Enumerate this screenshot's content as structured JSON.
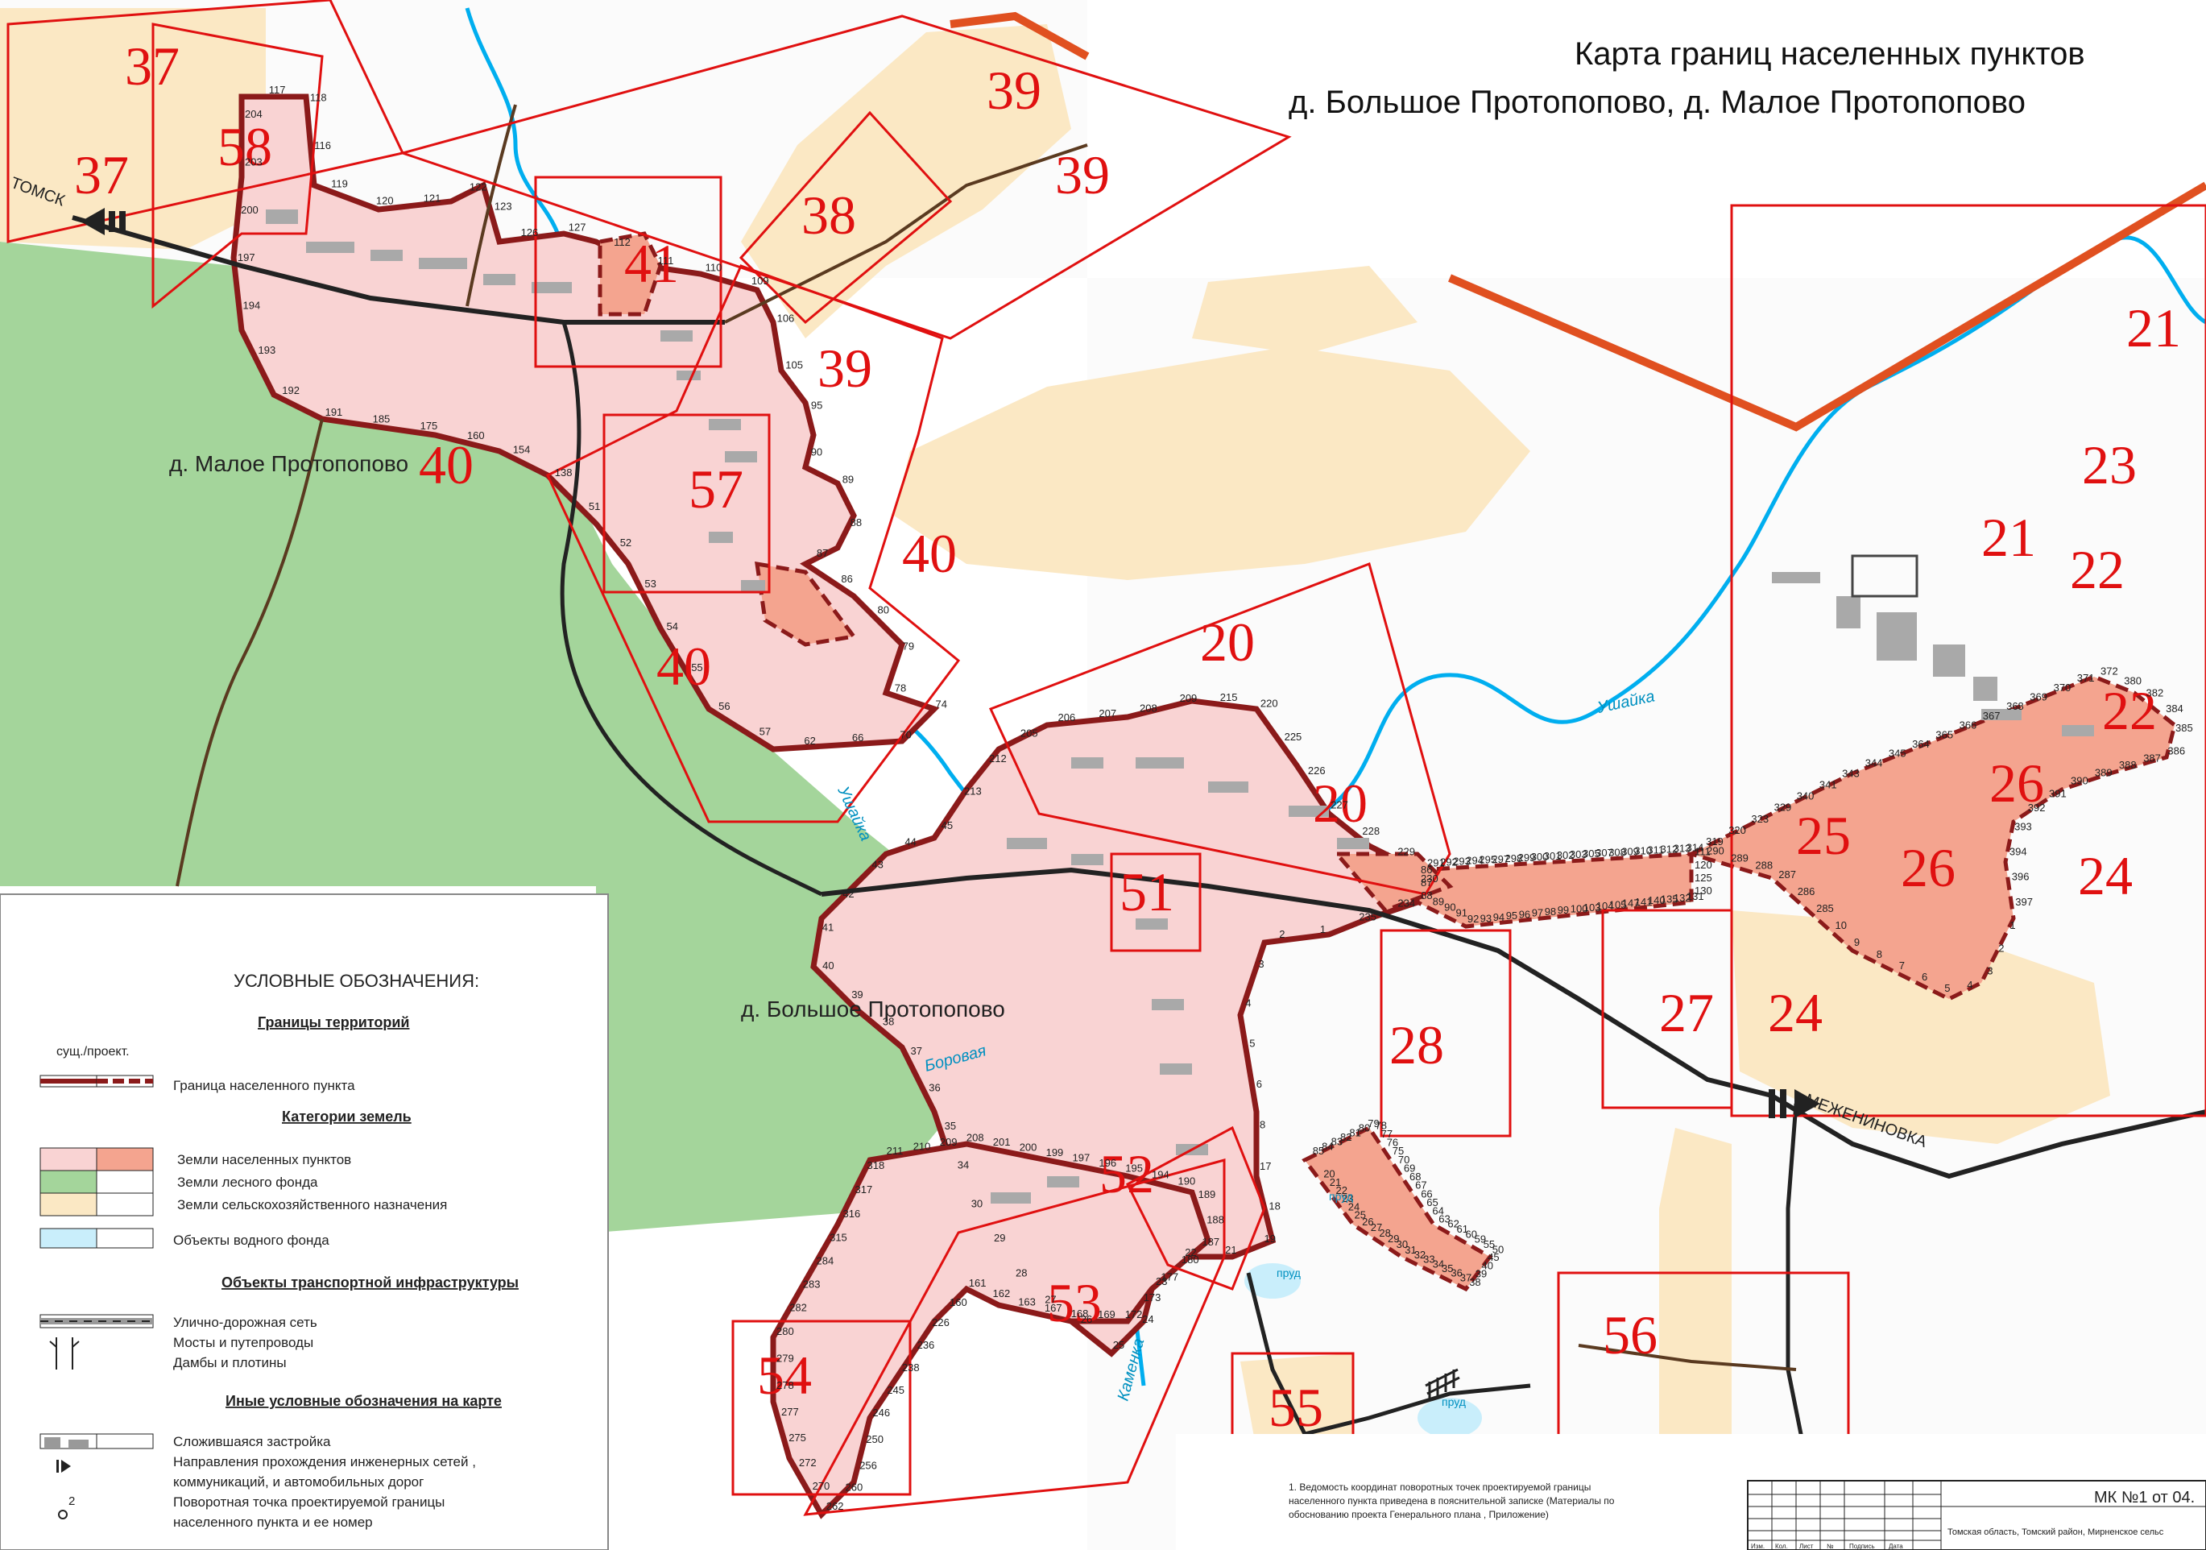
{
  "title": {
    "line1": "Карта границ населенных пунктов",
    "line2": "д. Большое Протопопово, д. Малое Протопопово"
  },
  "places": {
    "malo": "д. Малое Протопопово",
    "bolsh": "д. Большое Протопопово",
    "tomsk": "ТОМСК",
    "mezh": "МЕЖЕНИНОВКА"
  },
  "rivers": [
    "Ушайка",
    "Боровая",
    "Каменка",
    "Ушайка"
  ],
  "ponds": [
    "пруд",
    "пруд",
    "пруд"
  ],
  "zones": [
    {
      "num": "37"
    },
    {
      "num": "37"
    },
    {
      "num": "58"
    },
    {
      "num": "39"
    },
    {
      "num": "39"
    },
    {
      "num": "38"
    },
    {
      "num": "41"
    },
    {
      "num": "39"
    },
    {
      "num": "40"
    },
    {
      "num": "57"
    },
    {
      "num": "40"
    },
    {
      "num": "40"
    },
    {
      "num": "20"
    },
    {
      "num": "20"
    },
    {
      "num": "51"
    },
    {
      "num": "21"
    },
    {
      "num": "23"
    },
    {
      "num": "21"
    },
    {
      "num": "22"
    },
    {
      "num": "22"
    },
    {
      "num": "26"
    },
    {
      "num": "25"
    },
    {
      "num": "26"
    },
    {
      "num": "24"
    },
    {
      "num": "27"
    },
    {
      "num": "24"
    },
    {
      "num": "28"
    },
    {
      "num": "52"
    },
    {
      "num": "53"
    },
    {
      "num": "54"
    },
    {
      "num": "55"
    },
    {
      "num": "56"
    }
  ],
  "point_labels": [
    "117",
    "118",
    "116",
    "119",
    "120",
    "121",
    "122",
    "123",
    "126",
    "127",
    "112",
    "111",
    "110",
    "109",
    "106",
    "105",
    "95",
    "90",
    "89",
    "88",
    "87",
    "86",
    "80",
    "79",
    "78",
    "74",
    "70",
    "66",
    "62",
    "57",
    "56",
    "55",
    "54",
    "53",
    "52",
    "51",
    "138",
    "154",
    "160",
    "175",
    "185",
    "191",
    "192",
    "193",
    "194",
    "197",
    "200",
    "203",
    "204",
    "205",
    "206",
    "207",
    "208",
    "209",
    "215",
    "220",
    "225",
    "226",
    "227",
    "228",
    "229",
    "230",
    "234",
    "235",
    "1",
    "2",
    "3",
    "4",
    "5",
    "6",
    "8",
    "17",
    "18",
    "19",
    "21",
    "22",
    "23",
    "24",
    "25",
    "26",
    "27",
    "28",
    "29",
    "30",
    "34",
    "35",
    "36",
    "37",
    "38",
    "39",
    "40",
    "41",
    "42",
    "43",
    "44",
    "45",
    "213",
    "212",
    "211",
    "210",
    "209",
    "208",
    "201",
    "200",
    "199",
    "197",
    "196",
    "195",
    "194",
    "190",
    "189",
    "188",
    "187",
    "180",
    "177",
    "173",
    "172",
    "169",
    "168",
    "167",
    "163",
    "162",
    "161",
    "160",
    "226",
    "236",
    "238",
    "245",
    "246",
    "250",
    "256",
    "260",
    "262",
    "270",
    "272",
    "275",
    "277",
    "278",
    "279",
    "280",
    "282",
    "283",
    "284",
    "315",
    "316",
    "317",
    "318",
    "319",
    "320",
    "323",
    "329",
    "340",
    "341",
    "343",
    "344",
    "345",
    "364",
    "365",
    "366",
    "367",
    "368",
    "369",
    "370",
    "371",
    "372",
    "380",
    "382",
    "384",
    "385",
    "386",
    "387",
    "388",
    "389",
    "390",
    "391",
    "392",
    "393",
    "394",
    "396",
    "397",
    "1",
    "2",
    "3",
    "4",
    "5",
    "6",
    "7",
    "8",
    "9",
    "10",
    "285",
    "286",
    "287",
    "288",
    "289",
    "290",
    "291",
    "292",
    "293",
    "294",
    "295",
    "297",
    "298",
    "299",
    "300",
    "301",
    "302",
    "303",
    "305",
    "307",
    "308",
    "309",
    "310",
    "311",
    "312",
    "313",
    "314",
    "111",
    "120",
    "125",
    "130",
    "131",
    "132",
    "135",
    "140",
    "141",
    "147",
    "105",
    "104",
    "103",
    "100",
    "99",
    "98",
    "97",
    "96",
    "95",
    "94",
    "93",
    "92",
    "91",
    "90",
    "89",
    "88",
    "87",
    "86",
    "85",
    "84",
    "83",
    "82",
    "81",
    "80",
    "79",
    "78",
    "77",
    "76",
    "75",
    "70",
    "69",
    "68",
    "67",
    "66",
    "65",
    "64",
    "63",
    "62",
    "61",
    "60",
    "59",
    "55",
    "50",
    "45",
    "40",
    "39",
    "38",
    "37",
    "36",
    "35",
    "34",
    "33",
    "32",
    "31",
    "30",
    "29",
    "28",
    "27",
    "26",
    "25",
    "24",
    "23",
    "22",
    "21",
    "20"
  ],
  "legend": {
    "title": "УСЛОВНЫЕ ОБОЗНАЧЕНИЯ:",
    "sec1": "Границы территорий",
    "col_label": "сущ./проект.",
    "item_boundary": "Граница населенного пункта",
    "sec2": "Категории земель",
    "item_land1": "Земли населенных пунктов",
    "item_land2": "Земли лесного фонда",
    "item_land3": "Земли сельскохозяйственного назначения",
    "item_water": "Объекты водного фонда",
    "sec3": "Объекты транспортной инфраструктуры",
    "item_road": "Улично-дорожная сеть",
    "item_bridge": "Мосты и путепроводы",
    "item_dam": "Дамбы и плотины",
    "sec4": "Иные условные обозначения на карте",
    "item_build": "Сложившаяся застройка",
    "item_dir1": "Направления прохождения инженерных сетей ,",
    "item_dir2": "коммуникаций, и автомобильных дорог",
    "item_pt1": "Поворотная точка проектируемой границы",
    "item_pt2": "населенного пункта и ее номер",
    "pt_sample": "2"
  },
  "footnote": {
    "line1": "1. Ведомость координат поворотных точек проектируемой границы",
    "line2": "населенного пункта приведена в пояснительной записке (Материалы по",
    "line3": "обоснованию проекта Генерального плана , Приложение)"
  },
  "stamp": {
    "code": "МК №1 от 04.",
    "region": "Томская область, Томский район, Мирненское сельс",
    "cols": [
      "Изм.",
      "Кол.",
      "Лист",
      "№",
      "Подпись",
      "Дата"
    ]
  },
  "colors": {
    "settlement": "#f9d3d3",
    "settlement_proj": "#f4a48f",
    "forest": "#a4d59b",
    "agri": "#fbe8c4",
    "water": "#00aeef",
    "boundary": "#8b1a1a",
    "frame": "#e01010",
    "zone_text": "#e01010",
    "road": "#222222"
  }
}
